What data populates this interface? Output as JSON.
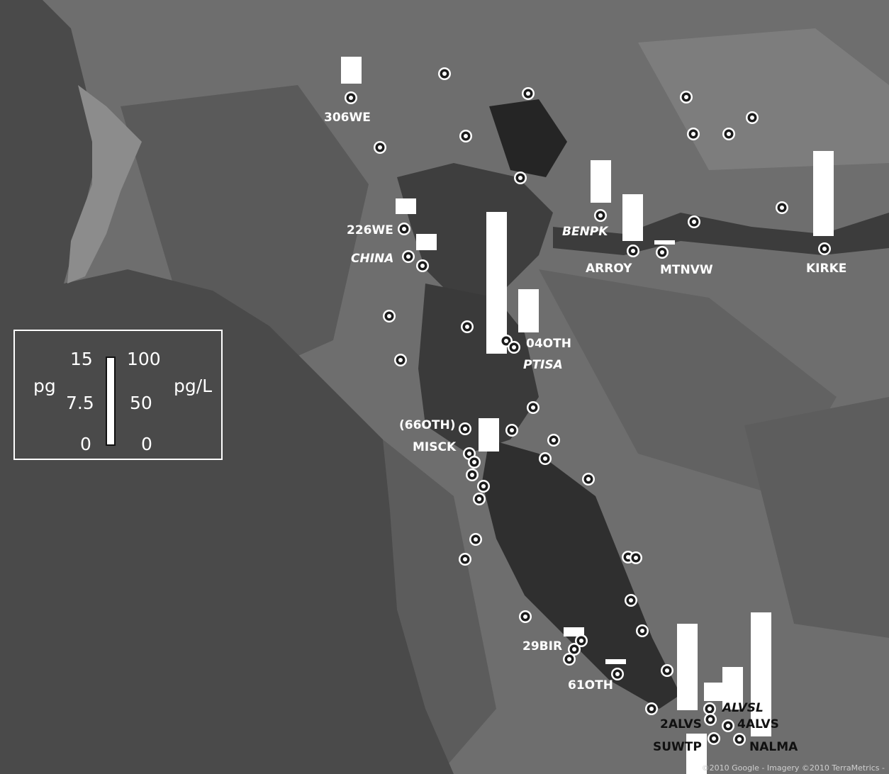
{
  "legend": {
    "left_unit": "pg",
    "right_unit": "pg/L",
    "left_ticks": [
      "15",
      "7.5",
      "0"
    ],
    "right_ticks": [
      "100",
      "50",
      "0"
    ]
  },
  "stations": [
    {
      "label": "306WE",
      "italic": false,
      "dark": false
    },
    {
      "label": "226WE",
      "italic": false,
      "dark": false
    },
    {
      "label": "CHINA",
      "italic": true,
      "dark": false
    },
    {
      "label": "BENPK",
      "italic": true,
      "dark": false
    },
    {
      "label": "ARROY",
      "italic": false,
      "dark": false
    },
    {
      "label": "MTNVW",
      "italic": false,
      "dark": false
    },
    {
      "label": "KIRKE",
      "italic": false,
      "dark": false
    },
    {
      "label": "04OTH",
      "italic": false,
      "dark": false
    },
    {
      "label": "PTISA",
      "italic": true,
      "dark": false
    },
    {
      "label": "(66OTH)",
      "italic": false,
      "dark": false
    },
    {
      "label": "MISCK",
      "italic": false,
      "dark": false
    },
    {
      "label": "29BIR",
      "italic": false,
      "dark": false
    },
    {
      "label": "61OTH",
      "italic": false,
      "dark": false
    },
    {
      "label": "ALVSL",
      "italic": true,
      "dark": true
    },
    {
      "label": "2ALVS",
      "italic": false,
      "dark": true
    },
    {
      "label": "4ALVS",
      "italic": false,
      "dark": true
    },
    {
      "label": "SUWTP",
      "italic": false,
      "dark": true
    },
    {
      "label": "NALMA",
      "italic": false,
      "dark": true
    }
  ],
  "credit": "©2010 Google - Imagery ©2010 TerraMetrics -"
}
